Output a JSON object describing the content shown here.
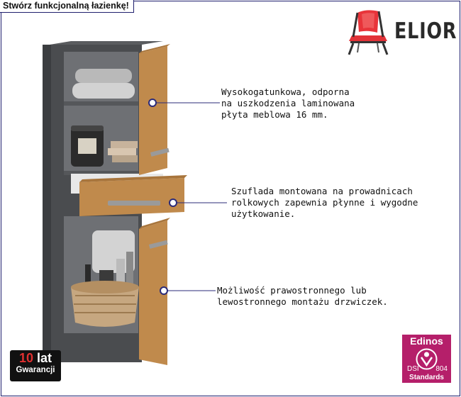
{
  "header": {
    "title": "Stwórz funkcjonalną łazienkę!"
  },
  "brand": {
    "logo_text": "ELIOR",
    "logo_icon": "chair-icon",
    "accent_color": "#e8343a"
  },
  "callouts": [
    {
      "text": "Wysokogatunkowa, odporna\nna uszkodzenia laminowana\npłyta meblowa 16 mm."
    },
    {
      "text": "Szuflada montowana na prowadnicach\nrolkowych zapewnia płynne i wygodne\nużytkowanie."
    },
    {
      "text": "Możliwość prawostronnego lub\nlewostronnego montażu drzwiczek."
    }
  ],
  "product": {
    "colors": {
      "body": "#4a4c4f",
      "front": "#c08a4c",
      "handle": "#9a9a9a"
    }
  },
  "warranty": {
    "years": "10 lat",
    "label": "Gwarancji"
  },
  "certificate": {
    "brand": "Edinos",
    "left_code": "DSI",
    "right_code": "804",
    "standard": "Standards",
    "color": "#b51f6a"
  }
}
